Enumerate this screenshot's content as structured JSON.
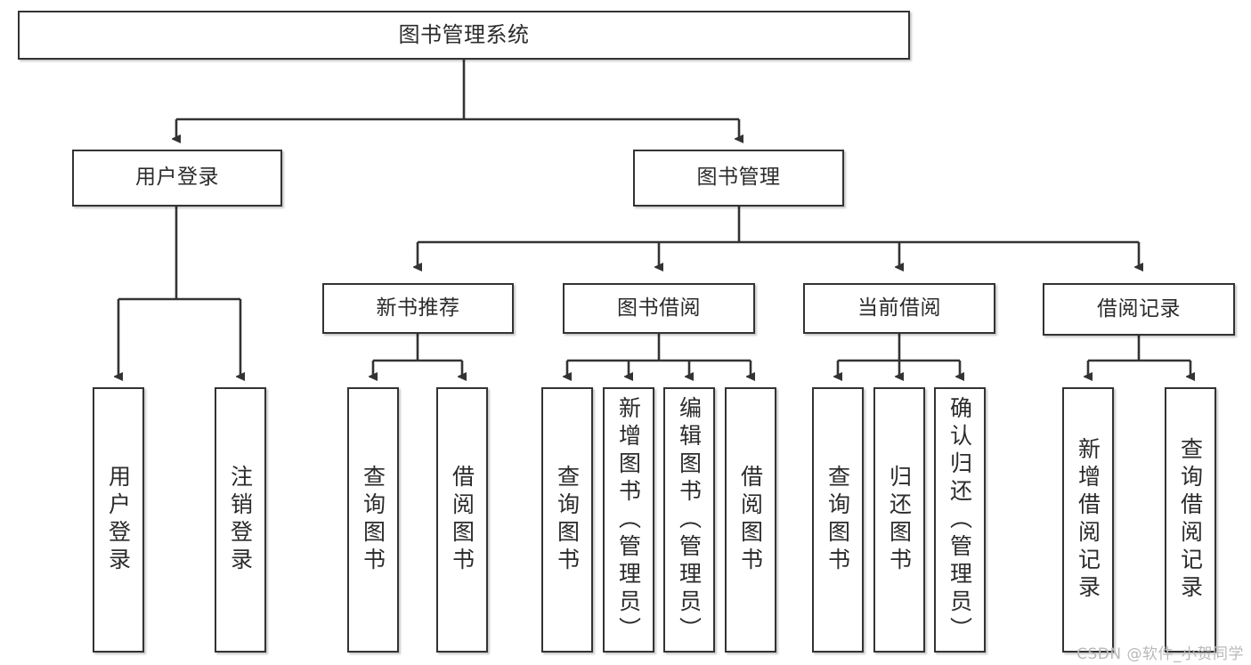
{
  "diagram": {
    "type": "tree",
    "title": "图书管理系统",
    "watermark": "CSDN @软件_小贺同学",
    "colors": {
      "box_border": "#333333",
      "box_fill": "#ffffff",
      "text": "#2b2b2b",
      "edge": "#333333",
      "watermark": "#b9b9b9",
      "background": "#ffffff"
    },
    "nodes": {
      "root": {
        "label": "图书管理系统"
      },
      "level2": [
        {
          "id": "user-login",
          "label": "用户登录"
        },
        {
          "id": "book-manage",
          "label": "图书管理"
        }
      ],
      "level3": [
        {
          "id": "new-book-recommend",
          "label": "新书推荐"
        },
        {
          "id": "book-borrow",
          "label": "图书借阅"
        },
        {
          "id": "current-borrow",
          "label": "当前借阅"
        },
        {
          "id": "borrow-record",
          "label": "借阅记录"
        }
      ],
      "leaves": {
        "user_login": [
          {
            "id": "leaf-user-login",
            "label": "用户登录"
          },
          {
            "id": "leaf-logout",
            "label": "注销登录"
          }
        ],
        "new_book_recommend": [
          {
            "id": "leaf-query-book-1",
            "label": "查询图书"
          },
          {
            "id": "leaf-borrow-book-1",
            "label": "借阅图书"
          }
        ],
        "book_borrow": [
          {
            "id": "leaf-query-book-2",
            "label": "查询图书"
          },
          {
            "id": "leaf-add-book",
            "label": "新增图书（管理员）"
          },
          {
            "id": "leaf-edit-book",
            "label": "编辑图书（管理员）"
          },
          {
            "id": "leaf-borrow-book-2",
            "label": "借阅图书"
          }
        ],
        "current_borrow": [
          {
            "id": "leaf-query-book-3",
            "label": "查询图书"
          },
          {
            "id": "leaf-return-book",
            "label": "归还图书"
          },
          {
            "id": "leaf-confirm-return",
            "label": "确认归还（管理员）"
          }
        ],
        "borrow_record": [
          {
            "id": "leaf-add-record",
            "label": "新增借阅记录"
          },
          {
            "id": "leaf-query-record",
            "label": "查询借阅记录"
          }
        ]
      }
    },
    "edges": [
      {
        "from": "图书管理系统",
        "to": "用户登录"
      },
      {
        "from": "图书管理系统",
        "to": "图书管理"
      },
      {
        "from": "用户登录",
        "to": "用户登录"
      },
      {
        "from": "用户登录",
        "to": "注销登录"
      },
      {
        "from": "图书管理",
        "to": "新书推荐"
      },
      {
        "from": "图书管理",
        "to": "图书借阅"
      },
      {
        "from": "图书管理",
        "to": "当前借阅"
      },
      {
        "from": "图书管理",
        "to": "借阅记录"
      },
      {
        "from": "新书推荐",
        "to": "查询图书"
      },
      {
        "from": "新书推荐",
        "to": "借阅图书"
      },
      {
        "from": "图书借阅",
        "to": "查询图书"
      },
      {
        "from": "图书借阅",
        "to": "新增图书（管理员）"
      },
      {
        "from": "图书借阅",
        "to": "编辑图书（管理员）"
      },
      {
        "from": "图书借阅",
        "to": "借阅图书"
      },
      {
        "from": "当前借阅",
        "to": "查询图书"
      },
      {
        "from": "当前借阅",
        "to": "归还图书"
      },
      {
        "from": "当前借阅",
        "to": "确认归还（管理员）"
      },
      {
        "from": "借阅记录",
        "to": "新增借阅记录"
      },
      {
        "from": "借阅记录",
        "to": "查询借阅记录"
      }
    ]
  }
}
